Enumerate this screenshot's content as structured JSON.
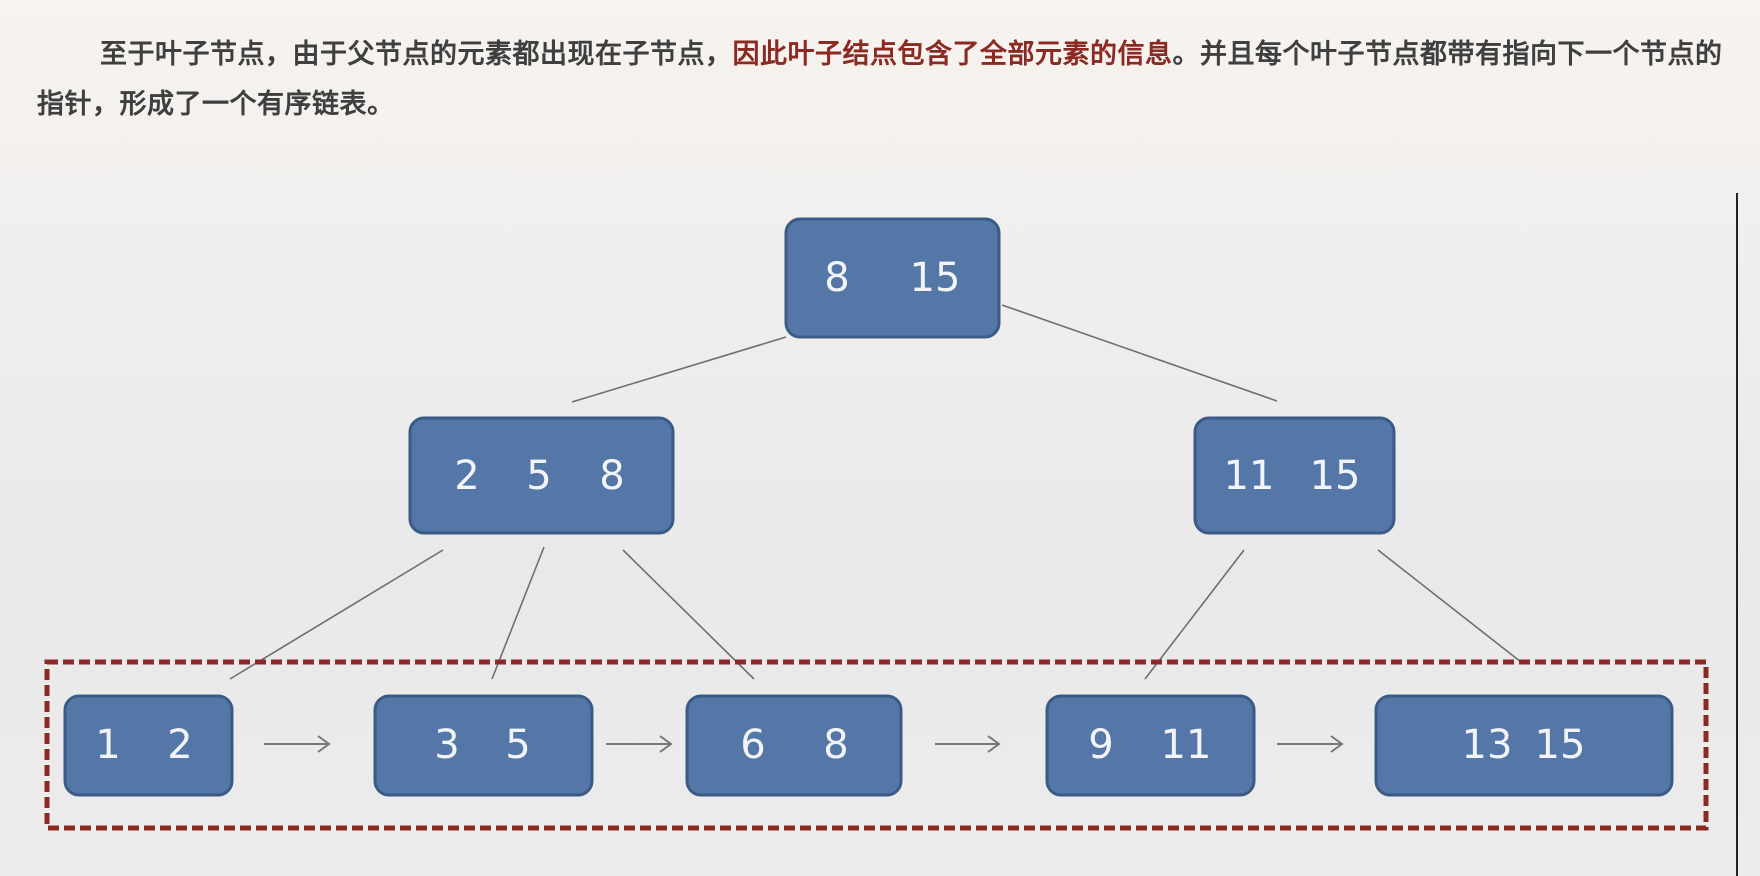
{
  "paragraph": {
    "part1": "至于叶子节点，由于父节点的元素都出现在子节点，",
    "highlight": "因此叶子结点包含了全部元素的信息",
    "part2": "。并且每个叶子节点都带有指向下一个节点的指针，形成了一个有序链表。"
  },
  "tree": {
    "root": [
      "8",
      "15"
    ],
    "internal": [
      [
        "2",
        "5",
        "8"
      ],
      [
        "11",
        "15"
      ]
    ],
    "leaves": [
      [
        "1",
        "2"
      ],
      [
        "3",
        "5"
      ],
      [
        "6",
        "8"
      ],
      [
        "9",
        "11"
      ],
      [
        "13",
        "15"
      ]
    ],
    "arrow": "→"
  },
  "colors": {
    "node": "#5577a8",
    "highlight": "#8b2a23",
    "dashed_box": "#8b2a23"
  }
}
